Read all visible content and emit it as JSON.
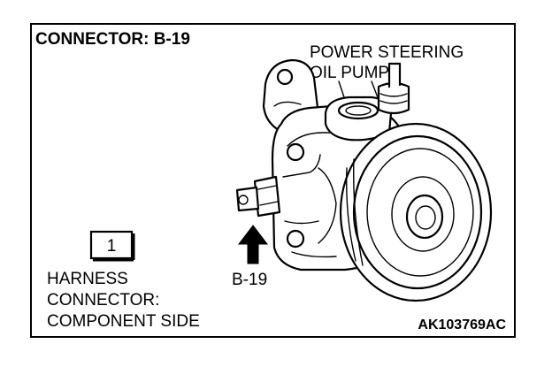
{
  "diagram": {
    "title": "CONNECTOR: B-19",
    "component_label_line1": "POWER STEERING",
    "component_label_line2": "OIL PUMP",
    "connector_pin": "1",
    "harness_line1": "HARNESS",
    "harness_line2": "CONNECTOR:",
    "harness_line3": "COMPONENT SIDE",
    "pointer_label": "B-19",
    "figure_code": "AK103769AC"
  }
}
